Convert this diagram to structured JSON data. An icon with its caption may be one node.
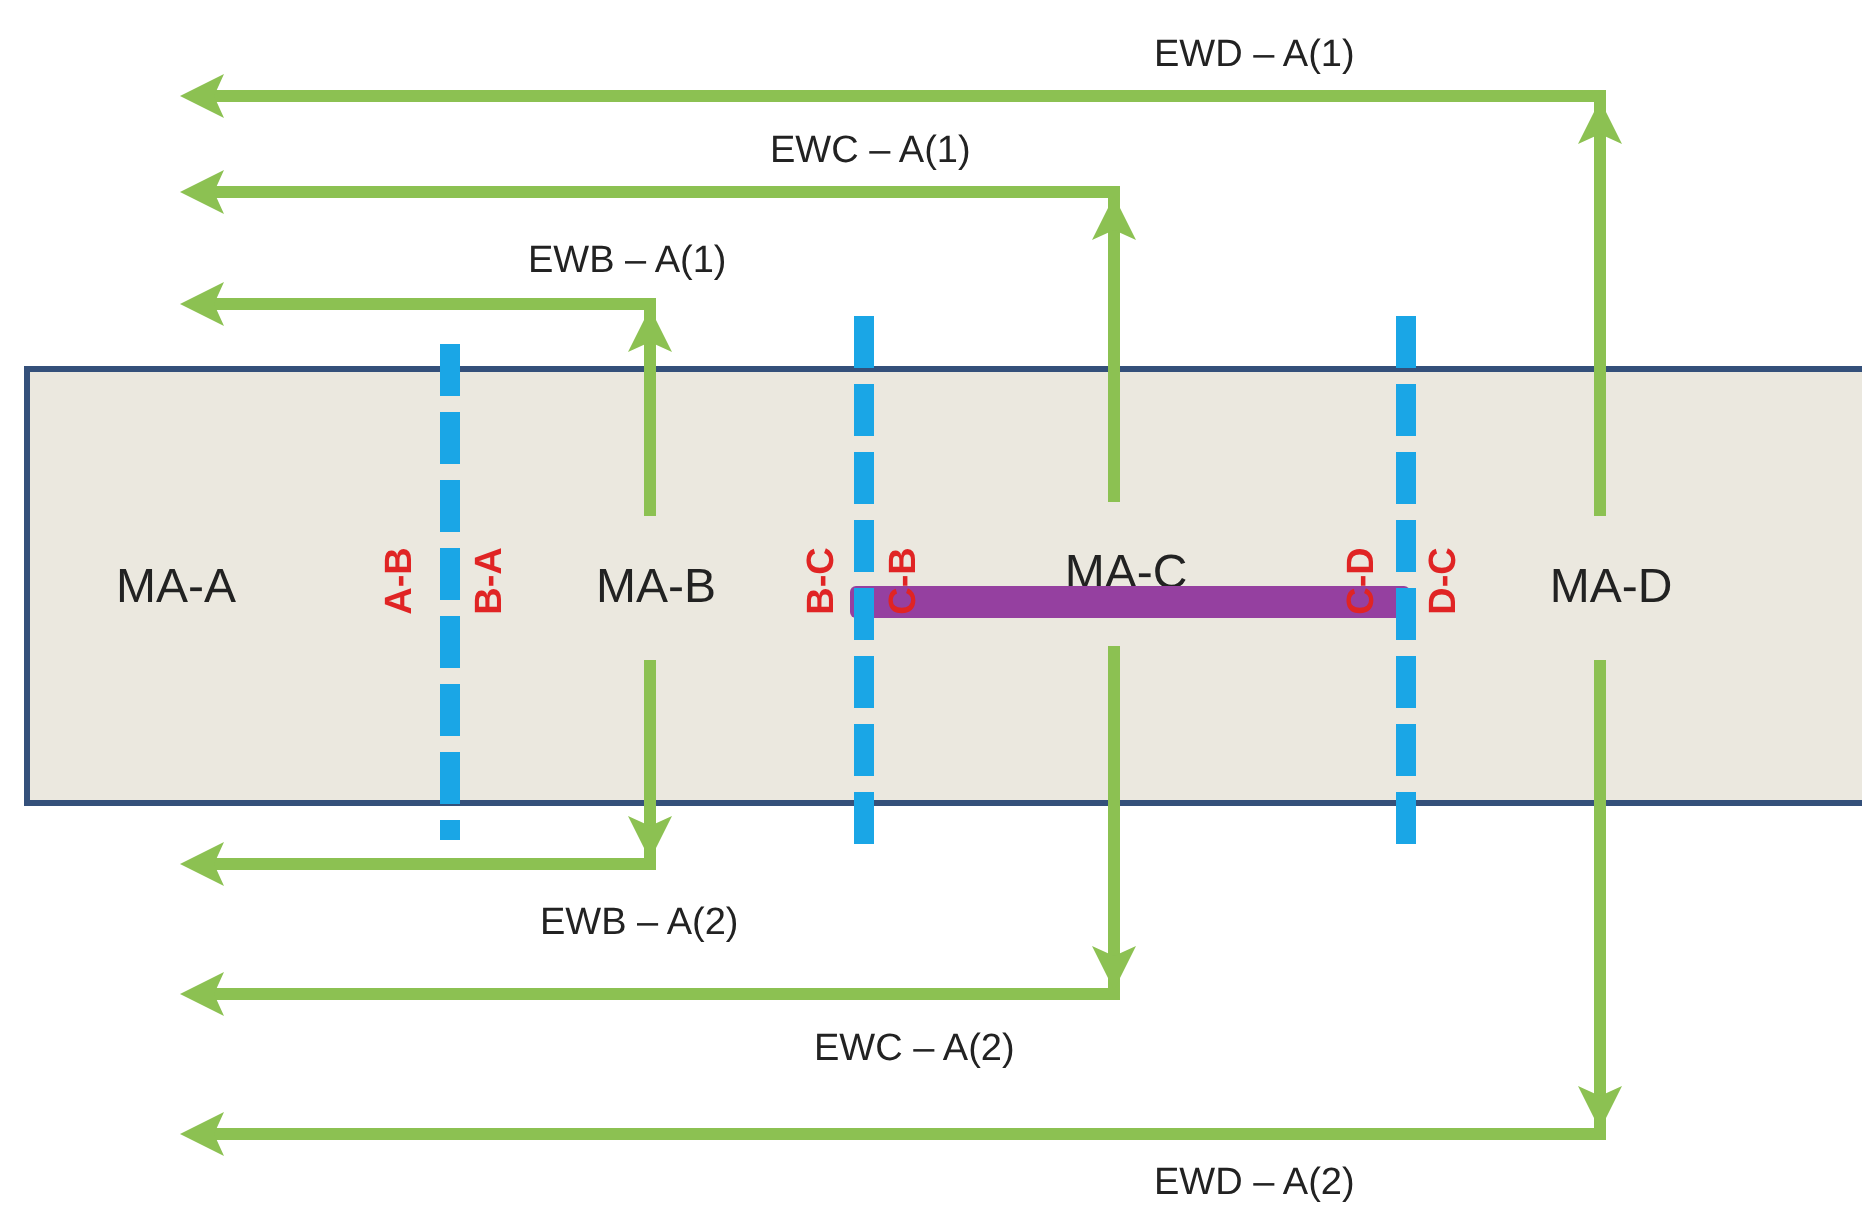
{
  "diagram": {
    "nodes": [
      {
        "text": [],
        "shape": "box"
      },
      {
        "text": [
          "MA-A"
        ],
        "in": 0
      },
      {
        "text": [
          "MA-B"
        ],
        "in": 0
      },
      {
        "text": [
          "MA-C"
        ],
        "in": 0
      },
      {
        "text": [],
        "shape": "bar",
        "in": 0
      },
      {
        "text": [
          "MA-D"
        ],
        "in": 0
      }
    ],
    "edges": [
      {
        "from": 5,
        "to": null,
        "arrow": "to",
        "label": "EWD – A(1)"
      },
      {
        "from": 3,
        "to": null,
        "arrow": "to",
        "label": "EWC – A(1)"
      },
      {
        "from": 2,
        "to": null,
        "arrow": "to",
        "label": "EWB – A(1)"
      },
      {
        "from": 2,
        "to": null,
        "arrow": "to",
        "label": "EWB – A(2)"
      },
      {
        "from": 3,
        "to": null,
        "arrow": "to",
        "label": "EWC – A(2)"
      },
      {
        "from": 5,
        "to": null,
        "arrow": "to",
        "label": "EWD – A(2)"
      }
    ],
    "labels": [
      "A-B",
      "B-A",
      "B-C",
      "C-B",
      "C-D",
      "D-C"
    ]
  }
}
